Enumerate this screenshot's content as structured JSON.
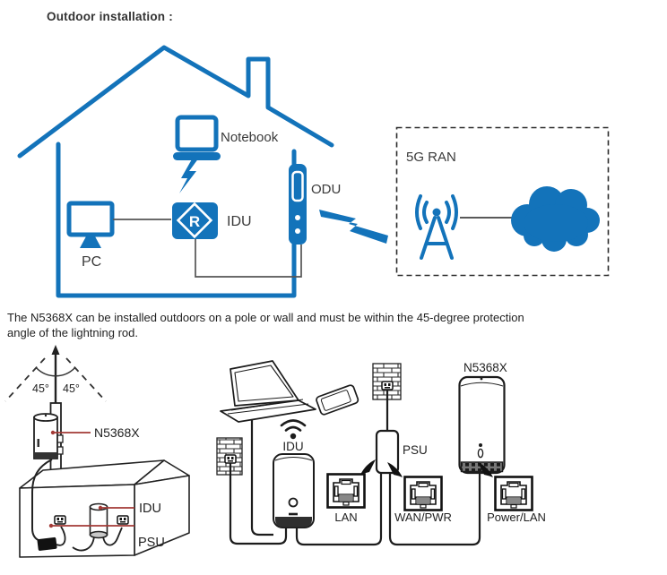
{
  "colors": {
    "blue": "#1373ba",
    "red": "#a33a36",
    "ink": "#1f1f1f"
  },
  "header": {
    "title": "Outdoor installation :"
  },
  "description": {
    "line1": "The N5368X can be installed outdoors on a pole or wall and must be within the 45-degree protection",
    "line2": "angle of the lightning rod."
  },
  "top_diagram": {
    "pc_label": "PC",
    "idu_label": "IDU",
    "idu_letter": "R",
    "notebook_label": "Notebook",
    "odu_label": "ODU",
    "ran_label": "5G RAN"
  },
  "pole_diagram": {
    "angle_left": "45°",
    "angle_right": "45°",
    "device_label": "N5368X",
    "idu_label": "IDU",
    "psu_label": "PSU"
  },
  "indoor_diagram": {
    "idu_label": "IDU",
    "lan_label": "LAN",
    "psu_label": "PSU",
    "wan_pwr_label": "WAN/PWR",
    "device_label": "N5368X",
    "power_lan_label": "Power/LAN"
  }
}
